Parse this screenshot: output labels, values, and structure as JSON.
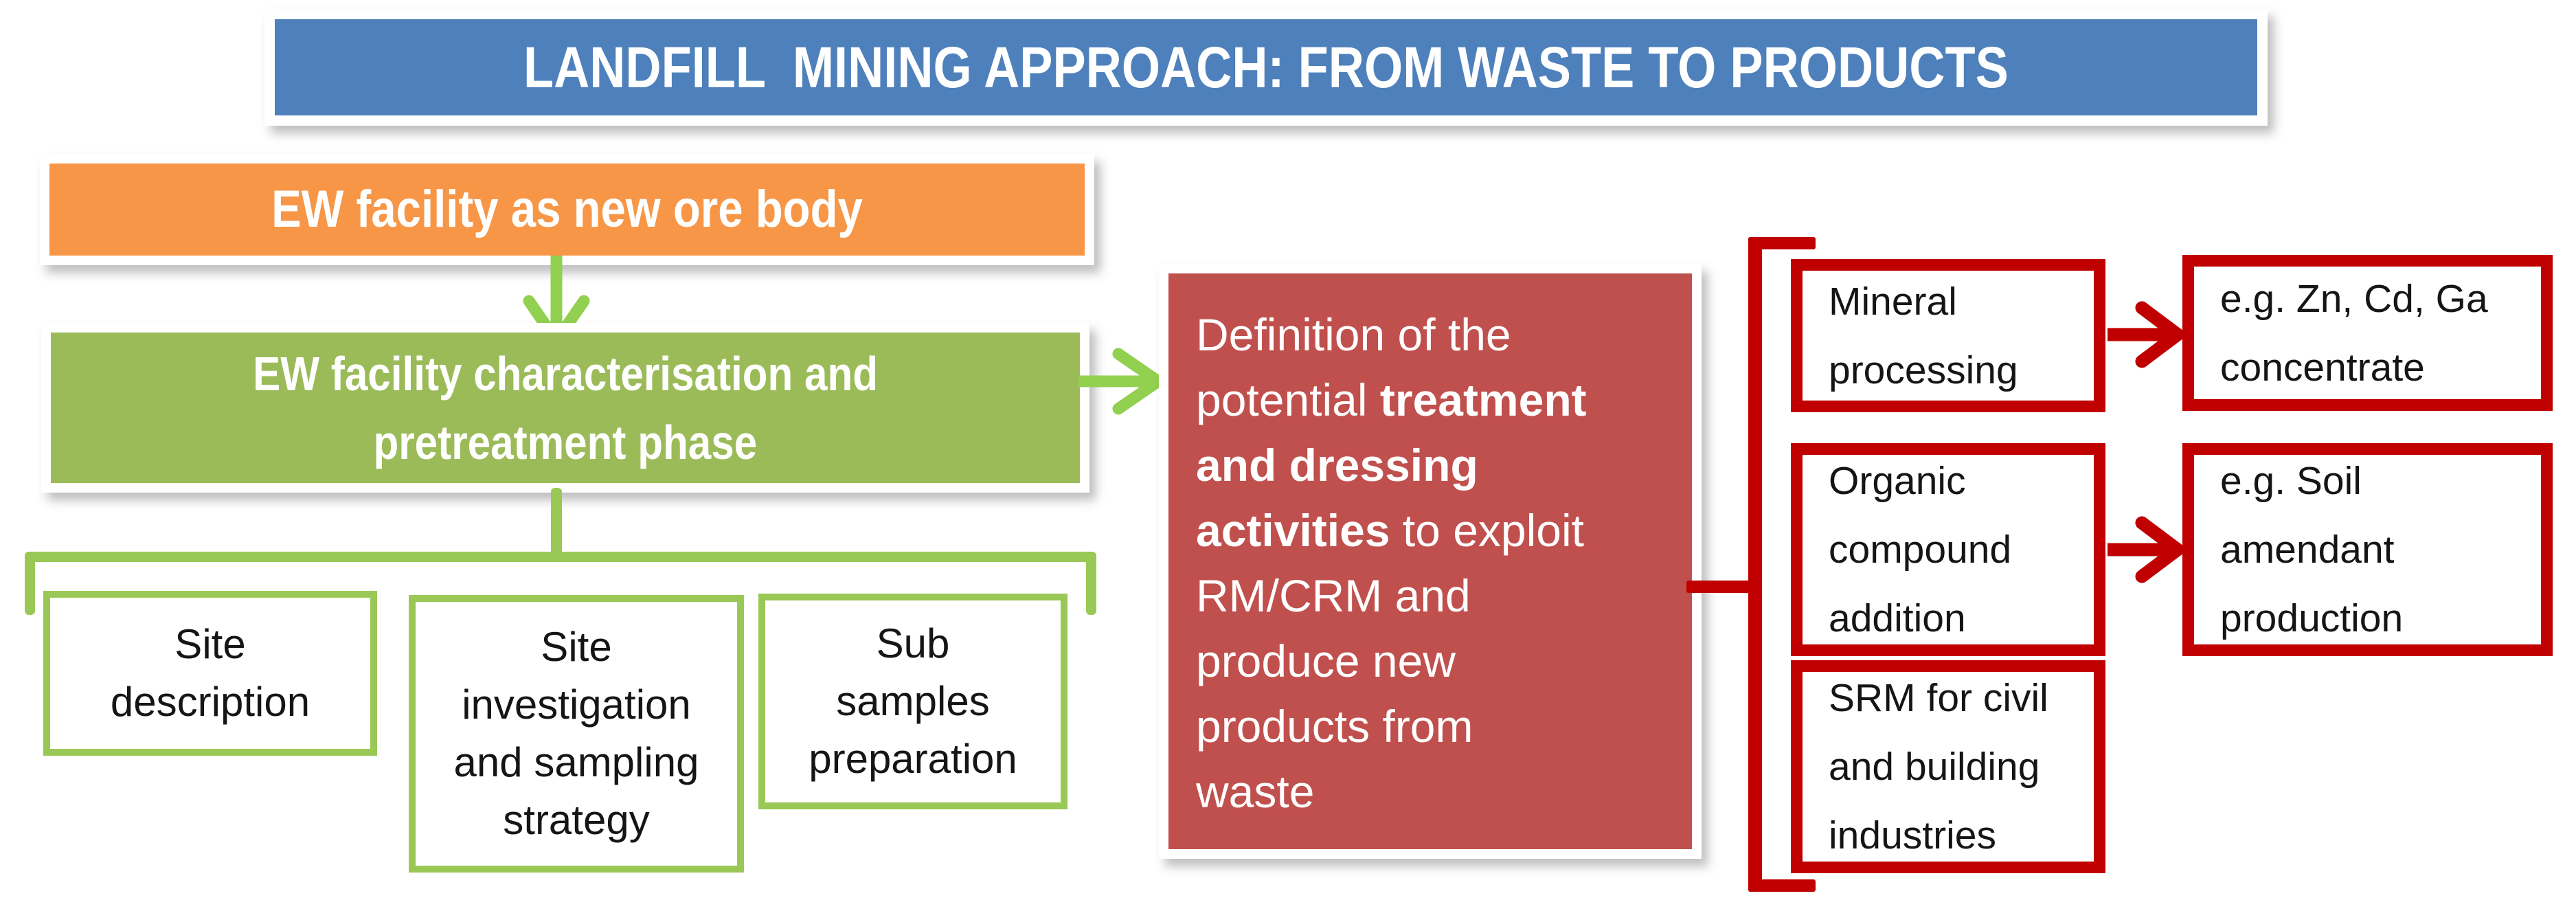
{
  "title_banner": {
    "text": "LANDFILL  MINING APPROACH: FROM WASTE TO PRODUCTS"
  },
  "flow": {
    "ore_body": {
      "text": "EW facility as new ore body"
    },
    "characterisation": {
      "lines": [
        "EW facility characterisation and",
        "pretreatment phase"
      ]
    },
    "sub_boxes": [
      {
        "lines": [
          "Site",
          "description"
        ]
      },
      {
        "lines": [
          "Site",
          "investigation",
          "and sampling",
          "strategy"
        ]
      },
      {
        "lines": [
          "Sub",
          "samples",
          "preparation"
        ]
      }
    ],
    "definition_box": {
      "lines": [
        [
          "Definition of the"
        ],
        [
          "potential ",
          "treatment"
        ],
        [
          "and dressing"
        ],
        [
          "activities",
          " to exploit"
        ],
        [
          "RM/CRM and"
        ],
        [
          "produce new"
        ],
        [
          "products from"
        ],
        [
          "waste"
        ]
      ],
      "bold_phrase": "treatment and dressing activities"
    },
    "treatment_boxes": [
      {
        "lines": [
          "Mineral",
          "processing"
        ]
      },
      {
        "lines": [
          "Organic",
          "compound",
          "addition"
        ]
      },
      {
        "lines": [
          "SRM for civil",
          "and building",
          "industries"
        ]
      }
    ],
    "product_boxes": [
      {
        "lines": [
          "e.g. Zn, Cd, Ga",
          "concentrate"
        ]
      },
      {
        "lines": [
          "e.g. Soil",
          "amendant",
          "production"
        ]
      }
    ]
  },
  "colors": {
    "banner_blue": "#4E80BC",
    "orange": "#F79646",
    "olive_green": "#9BBB59",
    "arrow_green": "#92D050",
    "bracket_green": "#9AC856",
    "dark_red": "#C0504D",
    "bright_red": "#C00000",
    "text_white": "#FFFFFF",
    "text_black": "#151515"
  }
}
